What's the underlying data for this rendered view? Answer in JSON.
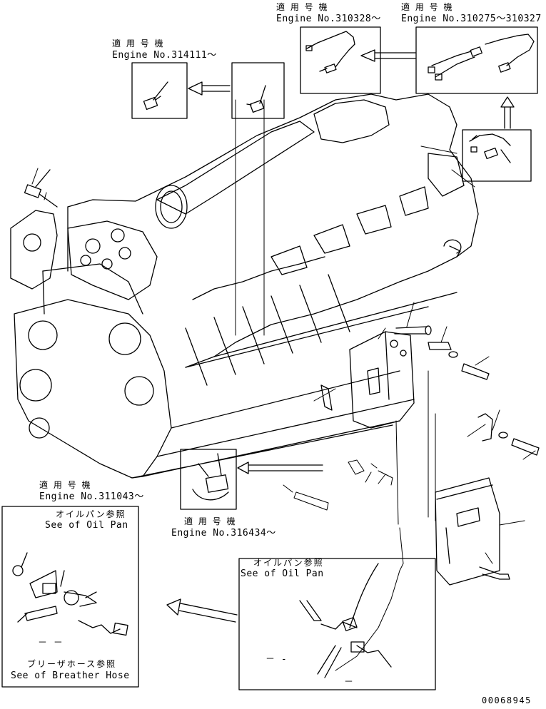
{
  "callouts": {
    "top_center": {
      "jp": "適 用 号 機",
      "en": "Engine No.310328～"
    },
    "top_right": {
      "jp": "適 用 号 機",
      "en": "Engine No.310275～310327"
    },
    "upper_left": {
      "jp": "適 用 号 機",
      "en": "Engine No.314111～"
    },
    "lower_mid": {
      "jp": "適 用 号 機",
      "en": "Engine No.316434～"
    },
    "lower_left": {
      "jp": "適 用 号 機",
      "en": "Engine No.311043～"
    }
  },
  "notes": {
    "oil_pan_left_jp": "オイルパン参照",
    "oil_pan_left_en": "See of Oil Pan",
    "breather_jp": "ブリーザホース参照",
    "breather_en": "See of Breather Hose",
    "oil_pan_right_jp": "オイルパン参照",
    "oil_pan_right_en": "See of Oil Pan",
    "dash_left": "－ －",
    "dash_right": "－ -",
    "dash_bottom": "－"
  },
  "drawing_number": "00068945"
}
